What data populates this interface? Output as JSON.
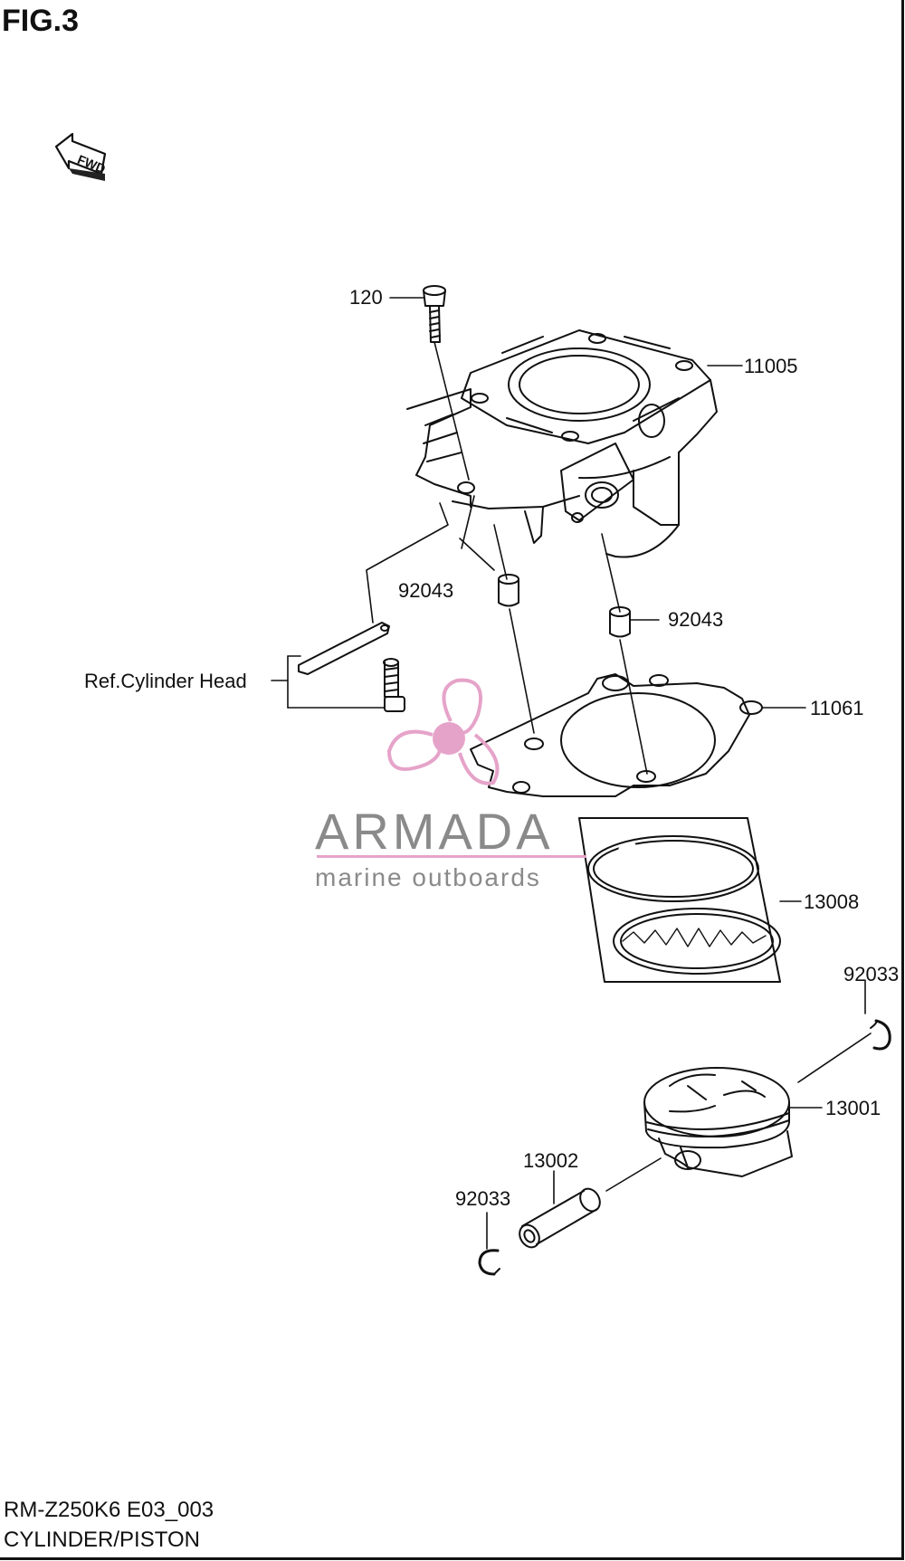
{
  "figure": {
    "title": "FIG.3"
  },
  "forward_marker": {
    "label": "FWD",
    "icon": "forward-arrow-icon"
  },
  "callouts": {
    "bolt": "120",
    "cylinder": "11005",
    "dowel_left": "92043",
    "dowel_right": "92043",
    "ref_cylinder_head": "Ref.Cylinder Head",
    "gasket": "11061",
    "ring_set": "13008",
    "clip_right": "92033",
    "piston": "13001",
    "pin": "13002",
    "clip_left": "92033"
  },
  "watermark": {
    "brand": "ARMADA",
    "tagline": "marine outboards",
    "icon": "propeller-logo-icon",
    "colors": {
      "pink": "#e6a3c9",
      "gray": "#8a8a8a"
    }
  },
  "footer": {
    "model_code": "RM-Z250K6 E03_003",
    "section": "CYLINDER/PISTON"
  }
}
